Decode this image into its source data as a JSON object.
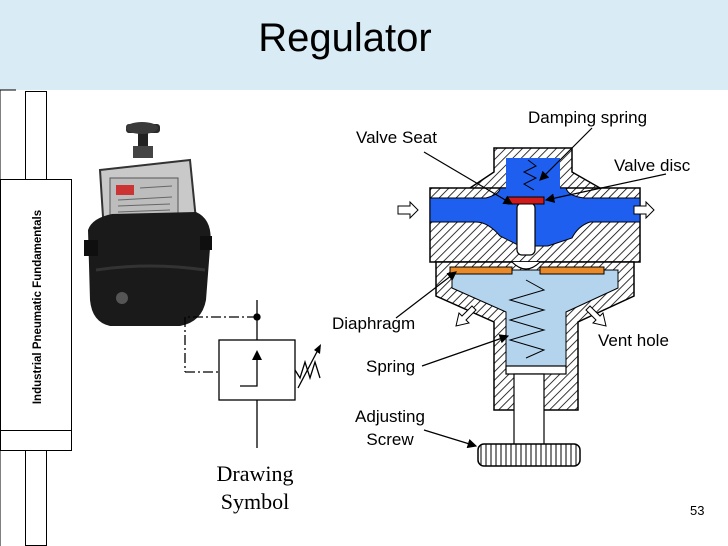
{
  "header": {
    "title": "Regulator"
  },
  "sidebar": {
    "label": "Industrial Pneumatic Fundamentals"
  },
  "labels": {
    "damping_spring": "Damping spring",
    "valve_seat": "Valve Seat",
    "valve_disc": "Valve disc",
    "diaphragm": "Diaphragm",
    "vent_hole": "Vent hole",
    "spring": "Spring",
    "adjusting_screw_1": "Adjusting",
    "adjusting_screw_2": "Screw"
  },
  "symbol": {
    "line1": "Drawing",
    "line2": "Symbol"
  },
  "footer": {
    "page_number": "53"
  },
  "colors": {
    "title_bar": "#d9ecf5",
    "flow_blue": "#1f5ff0",
    "chamber_light_blue": "#b4d4ee",
    "diaphragm_orange": "#e88a2a",
    "disc_red": "#d11a1a",
    "regulator_body": "#1a1a1a"
  }
}
